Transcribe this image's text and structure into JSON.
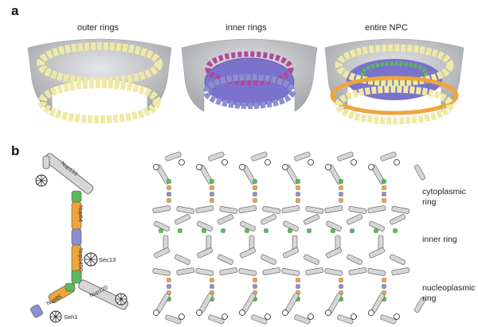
{
  "panel_a": {
    "letter": "a",
    "captions": [
      "outer rings",
      "inner rings",
      "entire NPC"
    ]
  },
  "panel_b": {
    "letter": "b",
    "subunit_labels": {
      "nup133": "Nup133",
      "nup84": "Nup84",
      "nup145c": "Nup145C",
      "nup120": "Nup120",
      "nup85": "Nup85",
      "sec13": "Sec13",
      "seh1": "Seh1"
    },
    "ring_labels": {
      "cytoplasmic": [
        "cytoplasmic",
        "ring"
      ],
      "inner": [
        "inner ring"
      ],
      "nucleoplasmic": [
        "nucleoplasmic",
        "ring"
      ]
    }
  },
  "colors": {
    "membrane": "#c8c9cc",
    "outer_ring": "#efe9a6",
    "inner_purple": "#7a72cc",
    "inner_magenta": "#b1479a",
    "green": "#5cb85c",
    "orange": "#efa53a",
    "blue": "#8a90cf",
    "gray_rod": "#d6d6d6"
  }
}
